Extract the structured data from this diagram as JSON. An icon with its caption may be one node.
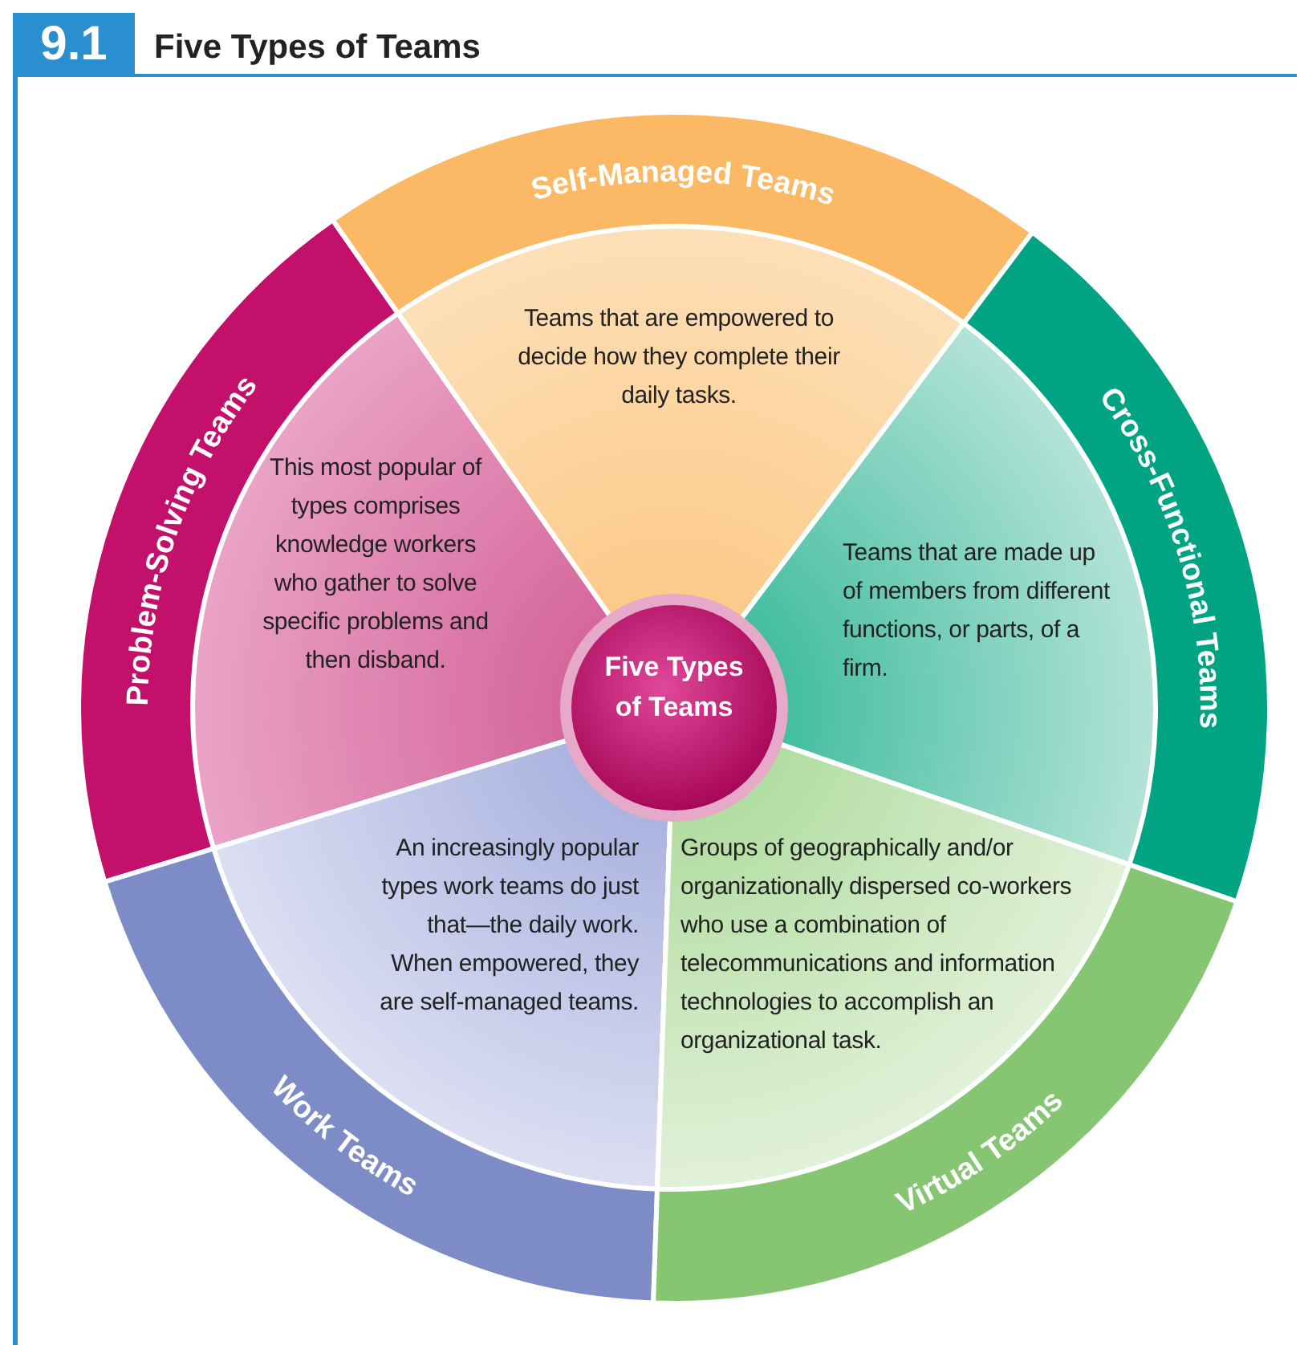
{
  "diagram": {
    "title": "Five Types of Teams",
    "nodes": [
      {
        "text": [
          "Self-Managed Teams",
          "Teams that are empowered to decide how they complete their daily tasks."
        ]
      },
      {
        "text": [
          "Problem-Solving Teams",
          "This most popular of types comprises knowledge workers who gather to solve specific problems and then disband."
        ]
      },
      {
        "text": [
          "Cross-Functional Teams",
          "Teams that are made up of members from different functions, or parts, of a firm."
        ]
      },
      {
        "text": [
          "Five Types of Teams"
        ]
      },
      {
        "text": [
          "An increasingly popular types work teams do just that—the daily work. When empowered, they are self-managed teams.",
          "Work Teams"
        ]
      },
      {
        "text": [
          "Groups of geographically and/or organizationally dispersed co-workers who use a combination of telecommunications and information technologies to accomplish an organizational task.",
          "Virtual Teams"
        ]
      }
    ],
    "edges": [],
    "labels": [
      "9.1"
    ]
  }
}
